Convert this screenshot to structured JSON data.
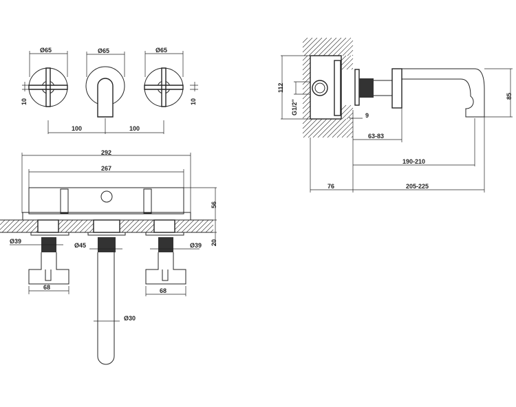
{
  "top_view": {
    "dia_left": "Ø65",
    "dia_mid": "Ø65",
    "dia_right": "Ø65",
    "offset_left": "10",
    "offset_right": "10",
    "spacing_left": "100",
    "spacing_right": "100"
  },
  "front_view": {
    "width_total": "292",
    "width_inner": "267",
    "depth": "56",
    "wall": "20",
    "dia_left": "Ø39",
    "dia_mid": "Ø45",
    "dia_right": "Ø39",
    "handle_left": "68",
    "handle_right": "68",
    "spout_dia": "Ø30"
  },
  "side_view": {
    "height_box": "112",
    "thread": "G1/2\"",
    "spout_height": "85",
    "flange": "9",
    "projection_a": "63-83",
    "projection_b": "190-210",
    "projection_c": "205-225",
    "box_depth": "76"
  }
}
